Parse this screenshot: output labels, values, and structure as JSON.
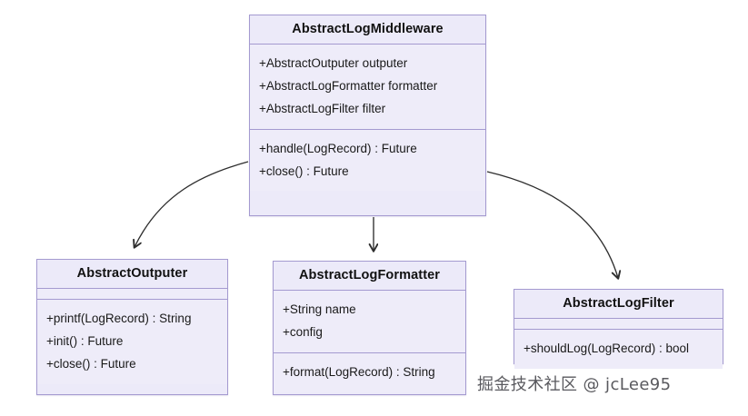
{
  "diagram": {
    "type": "uml-class-diagram",
    "classes": [
      {
        "id": "abstract-log-middleware",
        "name": "AbstractLogMiddleware",
        "attributes": [
          "+AbstractOutputer outputer",
          "+AbstractLogFormatter formatter",
          "+AbstractLogFilter filter"
        ],
        "methods": [
          "+handle(LogRecord) : Future",
          "+close() : Future"
        ]
      },
      {
        "id": "abstract-outputer",
        "name": "AbstractOutputer",
        "attributes": [],
        "methods": [
          "+printf(LogRecord) : String",
          "+init() : Future",
          "+close() : Future"
        ]
      },
      {
        "id": "abstract-log-formatter",
        "name": "AbstractLogFormatter",
        "attributes": [
          "+String name",
          "+config"
        ],
        "methods": [
          "+format(LogRecord) : String"
        ]
      },
      {
        "id": "abstract-log-filter",
        "name": "AbstractLogFilter",
        "attributes": [],
        "methods": [
          "+shouldLog(LogRecord) : bool"
        ]
      }
    ],
    "edges": [
      {
        "id": "edge-middleware-to-outputer",
        "from": "abstract-log-middleware",
        "to": "abstract-outputer",
        "style": "curved",
        "arrow": "open"
      },
      {
        "id": "edge-middleware-to-formatter",
        "from": "abstract-log-middleware",
        "to": "abstract-log-formatter",
        "style": "straight",
        "arrow": "open"
      },
      {
        "id": "edge-middleware-to-filter",
        "from": "abstract-log-middleware",
        "to": "abstract-log-filter",
        "style": "curved",
        "arrow": "open"
      }
    ],
    "colors": {
      "box_fill": "#eceaf9",
      "box_border": "#a49ad0",
      "text": "#111111",
      "edge": "#3a3a3a",
      "background": "#ffffff"
    }
  },
  "watermark": {
    "text": "掘金技术社区 @ jcLee95"
  }
}
